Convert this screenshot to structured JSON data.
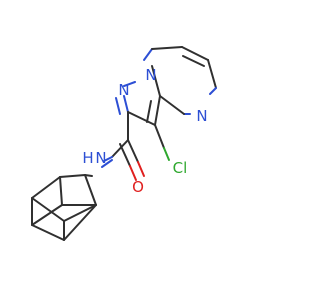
{
  "molecule": {
    "colors": {
      "carbon_bond": "#303030",
      "nitrogen": "#2d4fd4",
      "oxygen": "#e0201f",
      "chlorine": "#2fa82f",
      "background": "#ffffff"
    },
    "atoms": {
      "n_bridge": "N",
      "n_pyrazole": "N",
      "n_pyrimidine": "N",
      "n_amide": "N",
      "h_amide": "H",
      "o_carbonyl": "O",
      "cl": "Cl"
    }
  }
}
